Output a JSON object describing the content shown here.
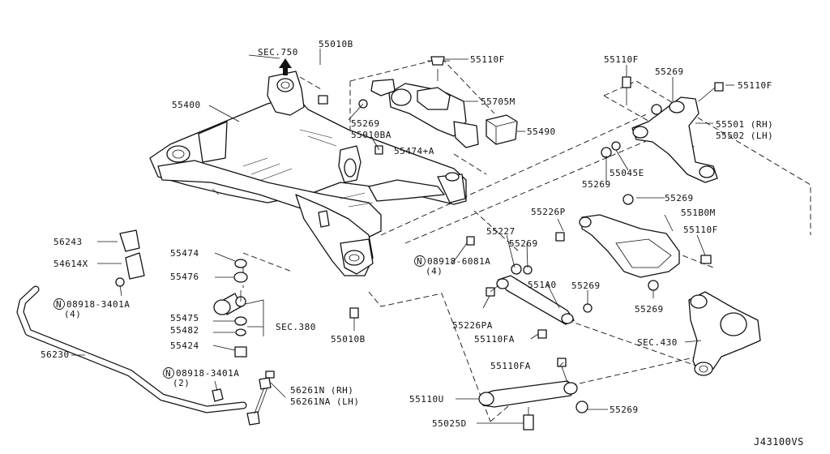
{
  "diagram": {
    "ref_code": "J43100VS",
    "labels": {
      "sec750": "SEC.750",
      "p55010B_top": "55010B",
      "p55110F_a": "55110F",
      "p55110F_b": "55110F",
      "p55269_a": "55269",
      "p55110F_c": "55110F",
      "p55400": "55400",
      "p55269_b": "55269",
      "p55705M": "55705M",
      "p55010BA": "55010BA",
      "p55501": "55501 (RH)",
      "p55502": "55502 (LH)",
      "p55490": "55490",
      "p55474A": "55474+A",
      "p55045E": "55045E",
      "p55269_c": "55269",
      "p55269_d": "55269",
      "p55226P": "55226P",
      "p551B0M": "551B0M",
      "p56243": "56243",
      "p55110F_d": "55110F",
      "p55227": "55227",
      "p55474": "55474",
      "p55269_e": "55269",
      "p54614X": "54614X",
      "n08918_6081A": "08918-6081A",
      "n08918_6081A_qty": "(4)",
      "p55476": "55476",
      "p551A0": "551A0",
      "p55269_f": "55269",
      "n08918_3401A_a": "08918-3401A",
      "n08918_3401A_a_qty": "(4)",
      "p55269_g": "55269",
      "p55226PA": "55226PA",
      "p55475": "55475",
      "sec380": "SEC.380",
      "p55482": "55482",
      "p55110FA_a": "55110FA",
      "sec430": "SEC.430",
      "p55010B_bot": "55010B",
      "p55424": "55424",
      "p56230": "56230",
      "p55110FA_b": "55110FA",
      "n08918_3401A_b": "08918-3401A",
      "n08918_3401A_b_qty": "(2)",
      "p56261N": "56261N (RH)",
      "p56261NA": "56261NA (LH)",
      "p55110U": "55110U",
      "p55269_h": "55269",
      "p55025D": "55025D"
    },
    "symbols": {
      "nut_prefix": "N"
    }
  }
}
